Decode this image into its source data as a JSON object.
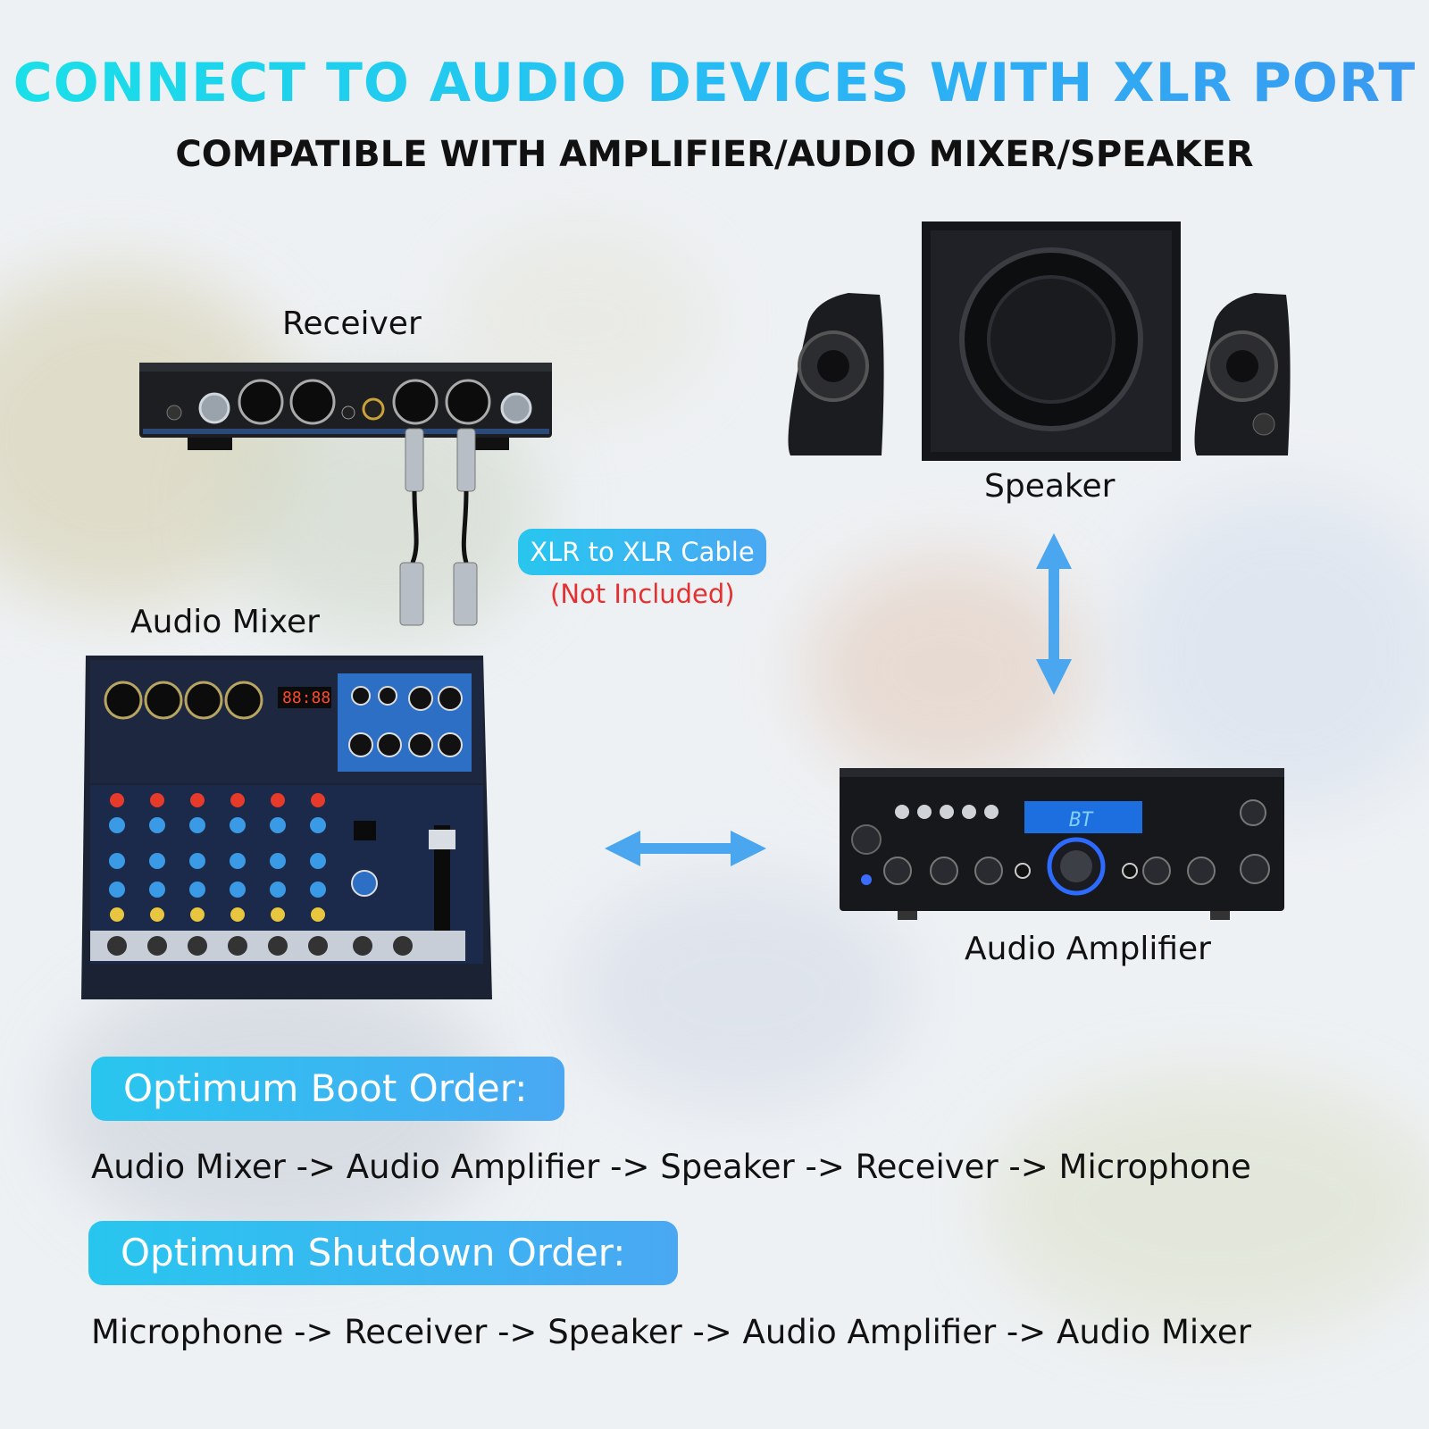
{
  "title": "CONNECT TO AUDIO DEVICES WITH XLR PORT",
  "subtitle": "COMPATIBLE WITH AMPLIFIER/AUDIO MIXER/SPEAKER",
  "devices": {
    "receiver": "Receiver",
    "speaker": "Speaker",
    "audio_mixer": "Audio Mixer",
    "audio_amplifier": "Audio Amplifier"
  },
  "cable": {
    "label": "XLR to XLR Cable",
    "note": "(Not Included)"
  },
  "boot": {
    "heading": "Optimum Boot Order:",
    "sequence": "Audio Mixer -> Audio Amplifier -> Speaker -> Receiver -> Microphone"
  },
  "shutdown": {
    "heading": "Optimum Shutdown Order:",
    "sequence": "Microphone -> Receiver -> Speaker -> Audio Amplifier -> Audio Mixer"
  },
  "amp_display": "BT",
  "mixer_display": "88:88",
  "colors": {
    "accent": "#3aa8f2",
    "arrow": "#4aa6ee",
    "note_red": "#e53030"
  }
}
